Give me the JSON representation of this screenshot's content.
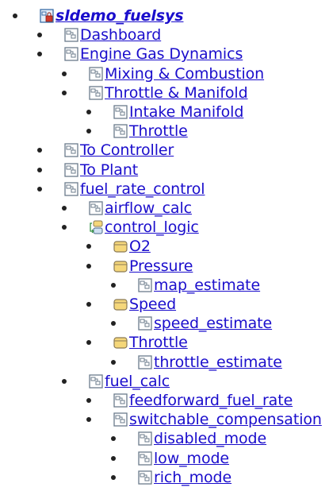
{
  "tree": {
    "items": [
      {
        "label": "sldemo_fuelsys",
        "depth": 0,
        "icon": "model-locked-icon",
        "root": true
      },
      {
        "label": "Dashboard",
        "depth": 1,
        "icon": "subsystem-icon"
      },
      {
        "label": "Engine Gas Dynamics",
        "depth": 1,
        "icon": "subsystem-icon"
      },
      {
        "label": "Mixing & Combustion",
        "depth": 2,
        "icon": "subsystem-icon"
      },
      {
        "label": "Throttle & Manifold",
        "depth": 2,
        "icon": "subsystem-icon"
      },
      {
        "label": "Intake Manifold",
        "depth": 3,
        "icon": "subsystem-icon"
      },
      {
        "label": "Throttle",
        "depth": 3,
        "icon": "subsystem-icon"
      },
      {
        "label": "To Controller",
        "depth": 1,
        "icon": "subsystem-icon"
      },
      {
        "label": "To Plant",
        "depth": 1,
        "icon": "subsystem-icon"
      },
      {
        "label": "fuel_rate_control",
        "depth": 1,
        "icon": "subsystem-icon"
      },
      {
        "label": "airflow_calc",
        "depth": 2,
        "icon": "subsystem-icon"
      },
      {
        "label": "control_logic",
        "depth": 2,
        "icon": "stateflow-chart-icon"
      },
      {
        "label": "O2",
        "depth": 3,
        "icon": "state-icon"
      },
      {
        "label": "Pressure",
        "depth": 3,
        "icon": "state-icon"
      },
      {
        "label": "map_estimate",
        "depth": 4,
        "icon": "subsystem-icon"
      },
      {
        "label": "Speed",
        "depth": 3,
        "icon": "state-icon"
      },
      {
        "label": "speed_estimate",
        "depth": 4,
        "icon": "subsystem-icon"
      },
      {
        "label": "Throttle",
        "depth": 3,
        "icon": "state-icon"
      },
      {
        "label": "throttle_estimate",
        "depth": 4,
        "icon": "subsystem-icon"
      },
      {
        "label": "fuel_calc",
        "depth": 2,
        "icon": "subsystem-icon"
      },
      {
        "label": "feedforward_fuel_rate",
        "depth": 3,
        "icon": "subsystem-icon"
      },
      {
        "label": "switchable_compensation",
        "depth": 3,
        "icon": "subsystem-icon"
      },
      {
        "label": "disabled_mode",
        "depth": 4,
        "icon": "subsystem-icon"
      },
      {
        "label": "low_mode",
        "depth": 4,
        "icon": "subsystem-icon"
      },
      {
        "label": "rich_mode",
        "depth": 4,
        "icon": "subsystem-icon"
      }
    ]
  },
  "colors": {
    "link": "#1a0dcc",
    "bullet": "#222222",
    "state_fill": "#f5d77a",
    "state_stroke": "#8a7a55",
    "icon_stroke": "#5a6a7a"
  }
}
